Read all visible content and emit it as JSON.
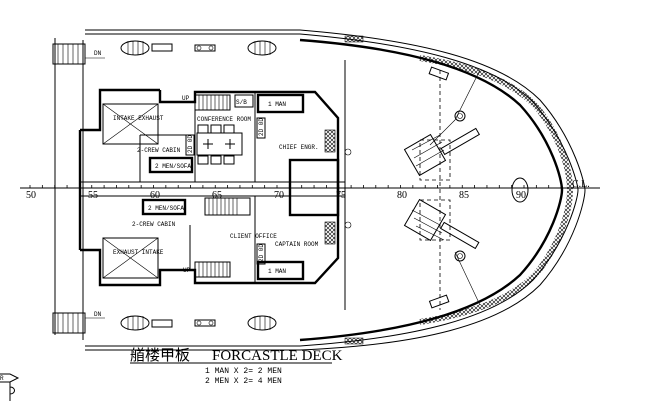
{
  "drawing": {
    "title_cn": "艏楼甲板",
    "title_en": "FORCASTLE DECK",
    "notes": [
      "1 MAN X 2= 2 MEN",
      "2 MEN X 2= 4 MEN"
    ],
    "centerline_label": "C.L.",
    "frame_numbers": [
      "50",
      "55",
      "60",
      "65",
      "70",
      "75",
      "80",
      "85",
      "90"
    ],
    "rooms": {
      "conference_room": "CONFERENCE ROOM",
      "chief_engr": "CHIEF ENGR.",
      "captain_room": "CAPTAIN ROOM",
      "client_office": "CLIENT OFFICE",
      "crew_cabin_upper": "2-CREW CABIN",
      "crew_cabin_lower": "2-CREW CABIN",
      "intake_exhaust_upper": "INTAKE EXHAUST",
      "exhaust_intake_lower": "EXHAUST INTAKE",
      "berth_2men_upper": "2 MEN/SOFA",
      "berth_2men_lower": "2 MEN/SOFA",
      "berth_1man_upper": "1 MAN",
      "berth_1man_lower": "1 MAN",
      "sb": "S/B",
      "wardrobe_2d_a": "2D 0D",
      "wardrobe_2d_b": "2D 0D",
      "wardrobe_2d_c": "2D 0D"
    },
    "stairs": {
      "up_upper": "UP",
      "up_lower": "UP",
      "dn_upper": "DN",
      "dn_lower": "DN"
    },
    "legend_fragment": "R"
  }
}
